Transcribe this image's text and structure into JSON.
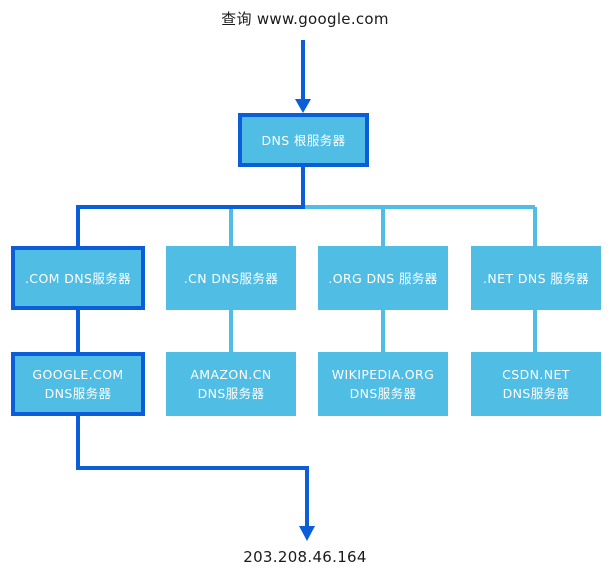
{
  "diagram": {
    "query_caption": "查询 www.google.com",
    "result_caption": "203.208.46.164",
    "colors": {
      "node_fill": "#4FBDE4",
      "highlight_stroke": "#0B5ED7",
      "normal_stroke": "#4FBDE4",
      "node_text": "#FFFFFF",
      "caption_text": "#1A1A1A",
      "background": "#FFFFFF"
    },
    "nodes": {
      "root": "DNS 根服务器",
      "com": ".COM DNS服务器",
      "cn": ".CN DNS服务器",
      "org": ".ORG DNS 服务器",
      "net": ".NET DNS 服务器",
      "google": "GOOGLE.COM\nDNS服务器",
      "amazon": "AMAZON.CN\nDNS服务器",
      "wikipedia": "WIKIPEDIA.ORG\nDNS服务器",
      "csdn": "CSDN.NET\nDNS服务器"
    }
  }
}
